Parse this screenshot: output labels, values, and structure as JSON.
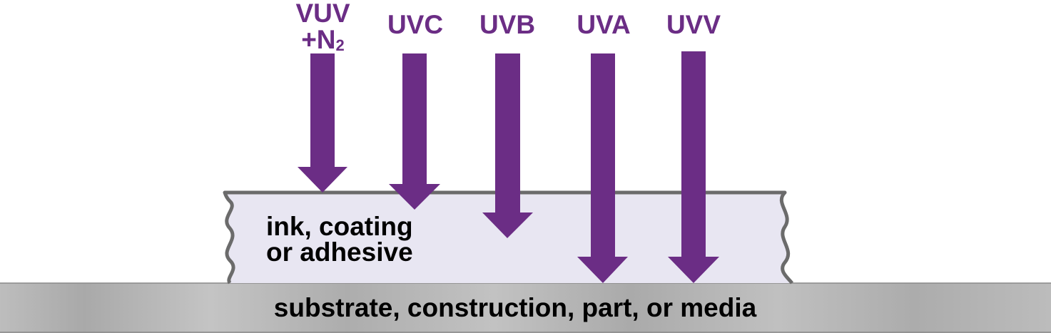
{
  "colors": {
    "arrow": "#6b2d85",
    "layer_fill": "#e8e6f2",
    "layer_edge": "#6b6b6b",
    "substrate_base": "#b4b4b4",
    "text": "#000000"
  },
  "arrows": [
    {
      "id": "vuv-n2",
      "label": "VUV",
      "label_line2": "+N",
      "label_subscript": "2",
      "penetration": "surface"
    },
    {
      "id": "uvc",
      "label": "UVC",
      "penetration": "surface"
    },
    {
      "id": "uvb",
      "label": "UVB",
      "penetration": "mid-layer"
    },
    {
      "id": "uva",
      "label": "UVA",
      "penetration": "substrate"
    },
    {
      "id": "uvv",
      "label": "UVV",
      "penetration": "substrate"
    }
  ],
  "layer": {
    "label_line1": "ink, coating",
    "label_line2": "or adhesive"
  },
  "substrate": {
    "label": "substrate, construction, part, or media"
  }
}
